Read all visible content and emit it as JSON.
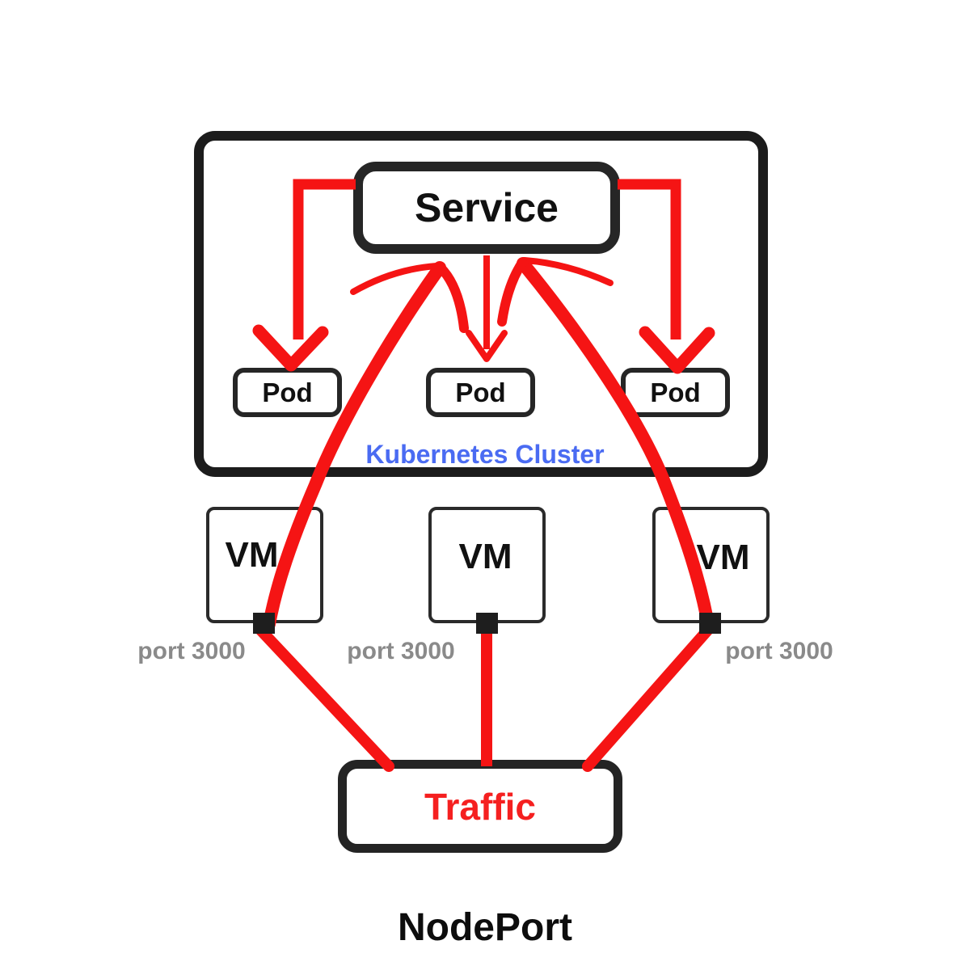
{
  "title": "NodePort",
  "colors": {
    "red": "#f51414",
    "black_border": "#1c1c1c",
    "blue": "#4a6bf2",
    "gray": "#8a8a8a",
    "traffic_red": "#f52020"
  },
  "cluster": {
    "label": "Kubernetes Cluster",
    "service": {
      "label": "Service"
    },
    "pods": [
      {
        "label": "Pod"
      },
      {
        "label": "Pod"
      },
      {
        "label": "Pod"
      }
    ]
  },
  "vms": [
    {
      "label": "VM",
      "port_label": "port 3000"
    },
    {
      "label": "VM",
      "port_label": "port 3000"
    },
    {
      "label": "VM",
      "port_label": "port 3000"
    }
  ],
  "traffic": {
    "label": "Traffic"
  }
}
